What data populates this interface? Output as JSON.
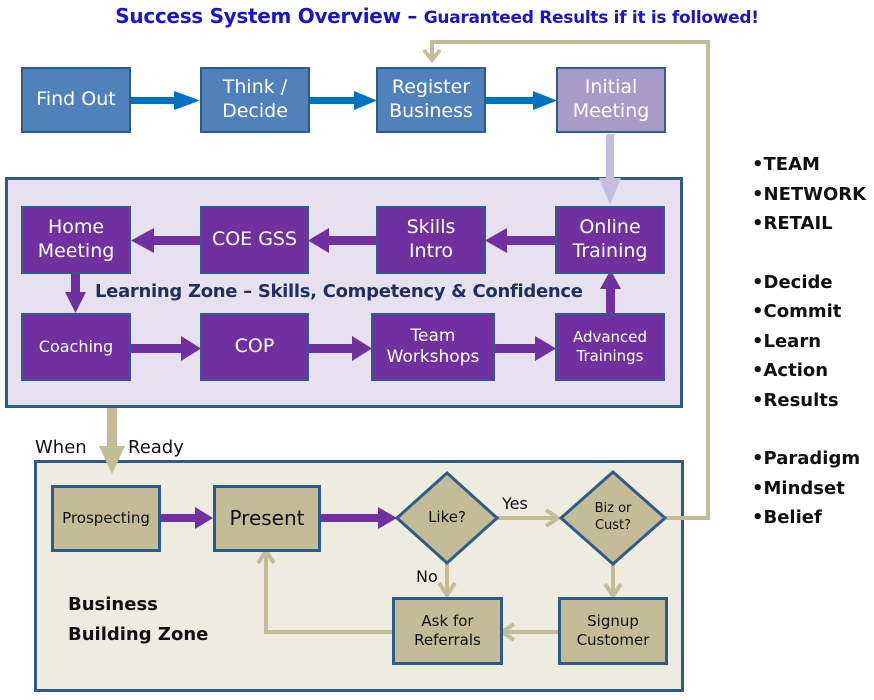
{
  "title": {
    "main": "Success System Overview",
    "dash": " – ",
    "sub": "Guaranteed Results if it is followed!"
  },
  "top_row": [
    {
      "label": "Find Out"
    },
    {
      "label": "Think / Decide"
    },
    {
      "label": "Register Business"
    },
    {
      "label": "Initial Meeting"
    }
  ],
  "learning_zone": {
    "label": "Learning Zone – Skills, Competency & Confidence",
    "row1": [
      {
        "label": "Home Meeting"
      },
      {
        "label": "COE GSS"
      },
      {
        "label": "Skills Intro"
      },
      {
        "label": "Online Training"
      }
    ],
    "row2": [
      {
        "label": "Coaching"
      },
      {
        "label": "COP"
      },
      {
        "label": "Team Workshops"
      },
      {
        "label": "Advanced Trainings"
      }
    ]
  },
  "transition": {
    "when": "When",
    "ready": "Ready"
  },
  "business_zone": {
    "label_line1": "Business",
    "label_line2": "Building Zone",
    "prospecting": "Prospecting",
    "present": "Present",
    "like": "Like?",
    "biz_or_cust": "Biz or Cust?",
    "ask_referrals": "Ask for Referrals",
    "signup_customer": "Signup Customer",
    "yes": "Yes",
    "no": "No"
  },
  "side_list": {
    "group1": [
      "•TEAM",
      "•NETWORK",
      "•RETAIL"
    ],
    "group2": [
      "•Decide",
      "•Commit",
      "•Learn",
      "•Action",
      "•Results"
    ],
    "group3": [
      "•Paradigm",
      "•Mindset",
      "•Belief"
    ]
  },
  "colors": {
    "title": "#1a14cc",
    "blue_box": "#4f81bd",
    "lavender_box": "#a99bc8",
    "purple_box": "#7030a0",
    "tan_box": "#c4bc96",
    "blue_arrow": "#0070c0",
    "purple_arrow": "#7030a0",
    "tan_arrow": "#c4bc96",
    "lavender_arrow": "#c6bedf",
    "border": "#2e5b8a"
  }
}
